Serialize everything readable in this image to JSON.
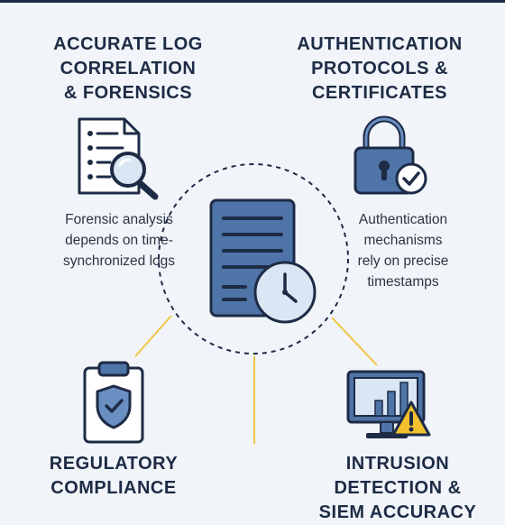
{
  "sections": {
    "log_correlation": {
      "title_lines": [
        "ACCURATE LOG",
        "CORRELATION",
        "& FORENSICS"
      ],
      "desc_lines": [
        "Forensic analysis",
        "depends on time-",
        "synchronized logs"
      ]
    },
    "authentication": {
      "title_lines": [
        "AUTHENTICATION",
        "PROTOCOLS &",
        "CERTIFICATES"
      ],
      "desc_lines": [
        "Authentication",
        "mechanisms",
        "rely on precise",
        "timestamps"
      ]
    },
    "regulatory": {
      "title_lines": [
        "REGULATORY",
        "COMPLIANCE"
      ]
    },
    "intrusion": {
      "title_lines": [
        "INTRUSION",
        "DETECTION &",
        "SIEM ACCURACY"
      ]
    }
  },
  "icons": {
    "document_search": "document-magnifier-icon",
    "lock_check": "padlock-checkmark-icon",
    "server_clock": "server-clock-icon",
    "clipboard_shield": "clipboard-shield-icon",
    "monitor_alert": "monitor-warning-icon"
  },
  "colors": {
    "heading": "#1d2b45",
    "icon_blue": "#4f74a8",
    "icon_light": "#dbe6f4",
    "connector": "#f0c544",
    "warning": "#f3c12d",
    "background": "#f1f4f9"
  }
}
